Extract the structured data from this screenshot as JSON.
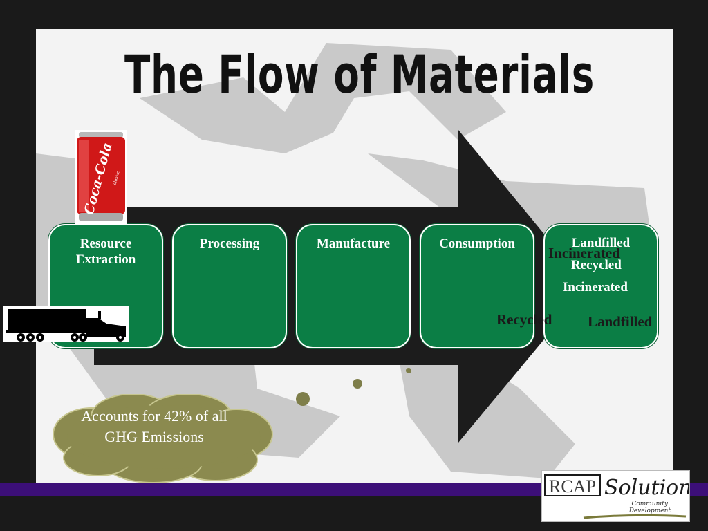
{
  "title": "The Flow of Materials",
  "stages": [
    {
      "label": "Resource Extraction"
    },
    {
      "label": "Processing"
    },
    {
      "label": "Manufacture"
    },
    {
      "label": "Consumption"
    },
    {
      "label": "Landfilled"
    }
  ],
  "fates_in_box": [
    "Incinerated",
    "Recycled",
    "Incinerated"
  ],
  "fates_below": [
    "Recycled",
    "Landfilled"
  ],
  "cloud_text": "Accounts for 42% of all GHG Emissions",
  "logo": {
    "rcap": "RCAP",
    "solutions": "Solutions",
    "sub1": "Community",
    "sub2": "Development"
  },
  "can": {
    "brand": "Coca-Cola",
    "variant": "classic"
  },
  "colors": {
    "stage_fill": "#0b7e45",
    "arrow": "#1c1c1c",
    "cloud": "#8b8a4f",
    "band": "#3c0f78",
    "recycle_symbol": "#c9c9c9"
  }
}
